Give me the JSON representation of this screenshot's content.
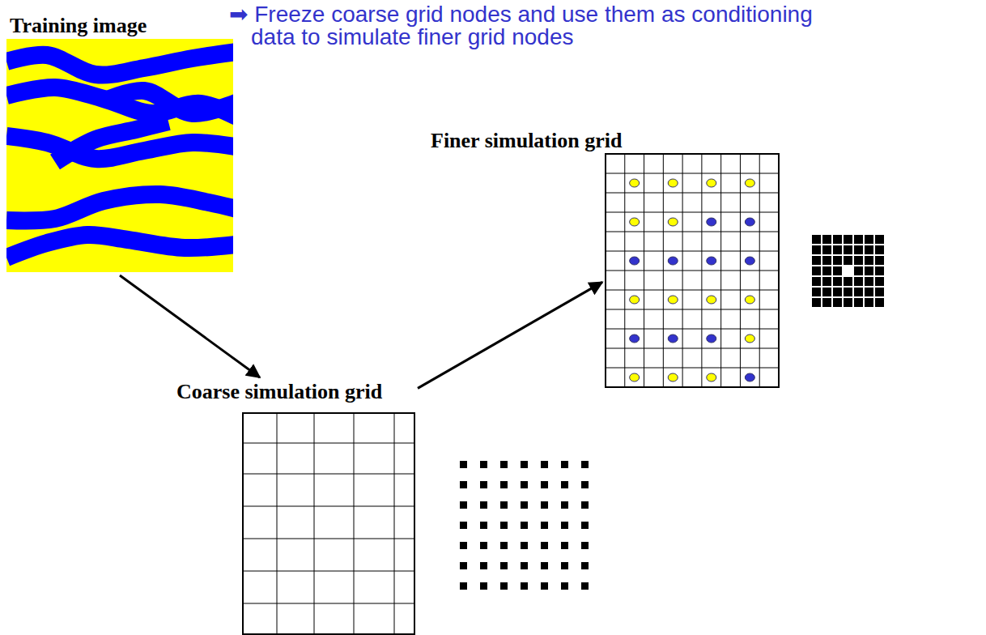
{
  "diagram": {
    "nodes": [
      {
        "text": [
          "Training image"
        ]
      },
      {
        "text": [
          "Finer simulation grid"
        ]
      },
      {
        "text": [
          "Coarse simulation grid"
        ]
      }
    ],
    "edges": [
      {
        "from": 0,
        "to": 2,
        "arrow": "to"
      },
      {
        "from": 2,
        "to": 1,
        "arrow": "to"
      }
    ],
    "labels": [
      "➡ Freeze coarse grid nodes and use them as conditioning data to simulate finer grid nodes"
    ]
  }
}
